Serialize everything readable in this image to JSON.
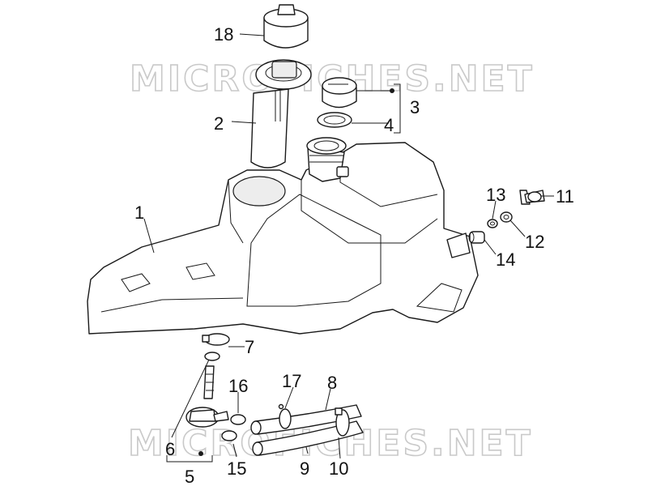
{
  "watermark": {
    "text": "MICROFICHES.NET"
  },
  "callouts": {
    "c1": "1",
    "c2": "2",
    "c3": "3",
    "c4": "4",
    "c5": "5",
    "c6": "6",
    "c7": "7",
    "c8": "8",
    "c9": "9",
    "c10": "10",
    "c11": "11",
    "c12": "12",
    "c13": "13",
    "c14": "14",
    "c15": "15",
    "c16": "16",
    "c17": "17",
    "c18": "18"
  },
  "colors": {
    "line": "#1a1a1a",
    "watermark": "#c9c9c9",
    "background": "#ffffff"
  }
}
